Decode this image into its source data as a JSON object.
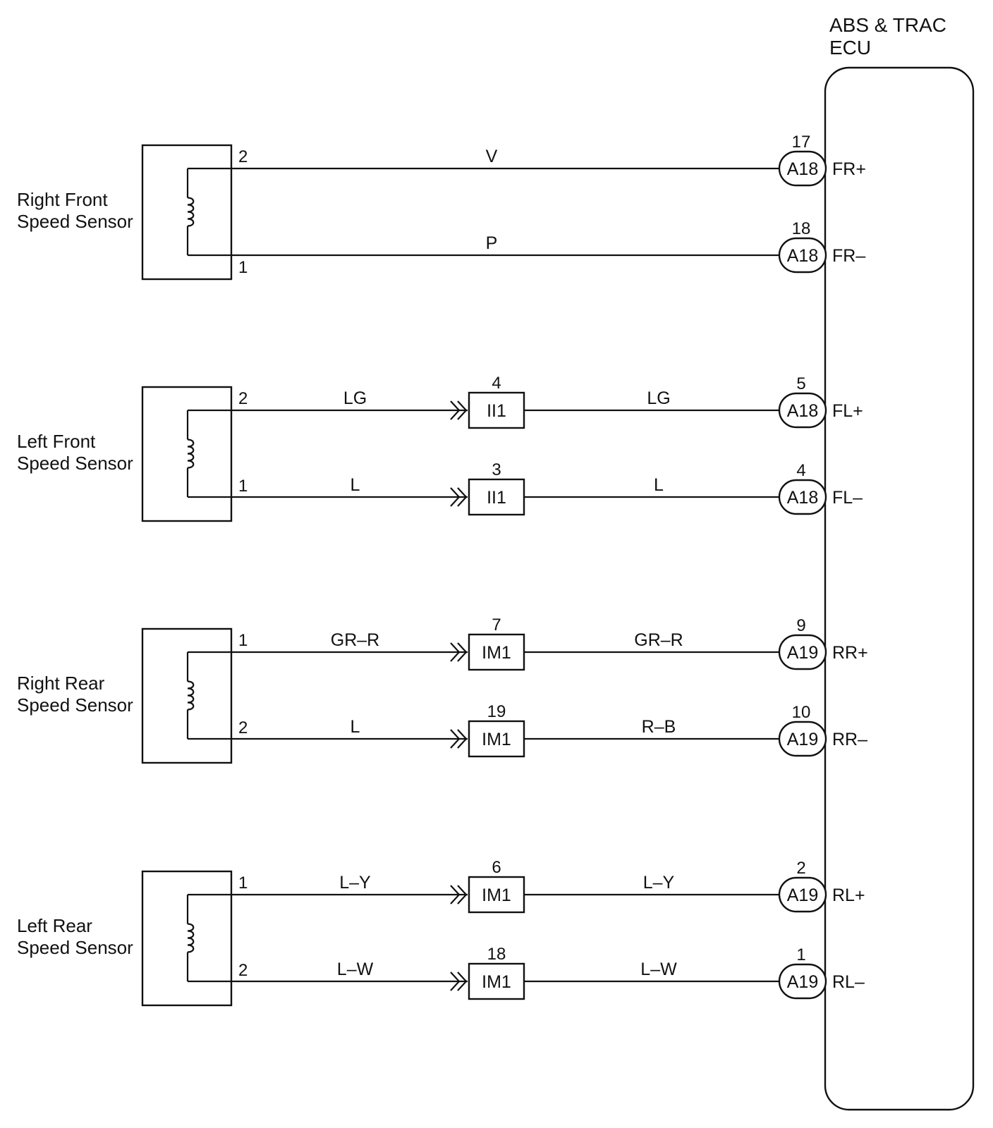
{
  "ecu": {
    "title_line1": "ABS & TRAC",
    "title_line2": "ECU"
  },
  "sensors": [
    {
      "id": "right-front",
      "name_line1": "Right Front",
      "name_line2": "Speed Sensor",
      "wires": [
        {
          "sensor_pin": "2",
          "color_left": "V",
          "junction": null,
          "color_right": null,
          "ecu_pin": "17",
          "ecu_connector": "A18",
          "ecu_terminal": "FR+"
        },
        {
          "sensor_pin": "1",
          "color_left": "P",
          "junction": null,
          "color_right": null,
          "ecu_pin": "18",
          "ecu_connector": "A18",
          "ecu_terminal": "FR–"
        }
      ]
    },
    {
      "id": "left-front",
      "name_line1": "Left Front",
      "name_line2": "Speed Sensor",
      "wires": [
        {
          "sensor_pin": "2",
          "color_left": "LG",
          "junction": {
            "pin": "4",
            "connector": "II1"
          },
          "color_right": "LG",
          "ecu_pin": "5",
          "ecu_connector": "A18",
          "ecu_terminal": "FL+"
        },
        {
          "sensor_pin": "1",
          "color_left": "L",
          "junction": {
            "pin": "3",
            "connector": "II1"
          },
          "color_right": "L",
          "ecu_pin": "4",
          "ecu_connector": "A18",
          "ecu_terminal": "FL–"
        }
      ]
    },
    {
      "id": "right-rear",
      "name_line1": "Right Rear",
      "name_line2": "Speed Sensor",
      "wires": [
        {
          "sensor_pin": "1",
          "color_left": "GR–R",
          "junction": {
            "pin": "7",
            "connector": "IM1"
          },
          "color_right": "GR–R",
          "ecu_pin": "9",
          "ecu_connector": "A19",
          "ecu_terminal": "RR+"
        },
        {
          "sensor_pin": "2",
          "color_left": "L",
          "junction": {
            "pin": "19",
            "connector": "IM1"
          },
          "color_right": "R–B",
          "ecu_pin": "10",
          "ecu_connector": "A19",
          "ecu_terminal": "RR–"
        }
      ]
    },
    {
      "id": "left-rear",
      "name_line1": "Left Rear",
      "name_line2": "Speed Sensor",
      "wires": [
        {
          "sensor_pin": "1",
          "color_left": "L–Y",
          "junction": {
            "pin": "6",
            "connector": "IM1"
          },
          "color_right": "L–Y",
          "ecu_pin": "2",
          "ecu_connector": "A19",
          "ecu_terminal": "RL+"
        },
        {
          "sensor_pin": "2",
          "color_left": "L–W",
          "junction": {
            "pin": "18",
            "connector": "IM1"
          },
          "color_right": "L–W",
          "ecu_pin": "1",
          "ecu_connector": "A19",
          "ecu_terminal": "RL–"
        }
      ]
    }
  ]
}
